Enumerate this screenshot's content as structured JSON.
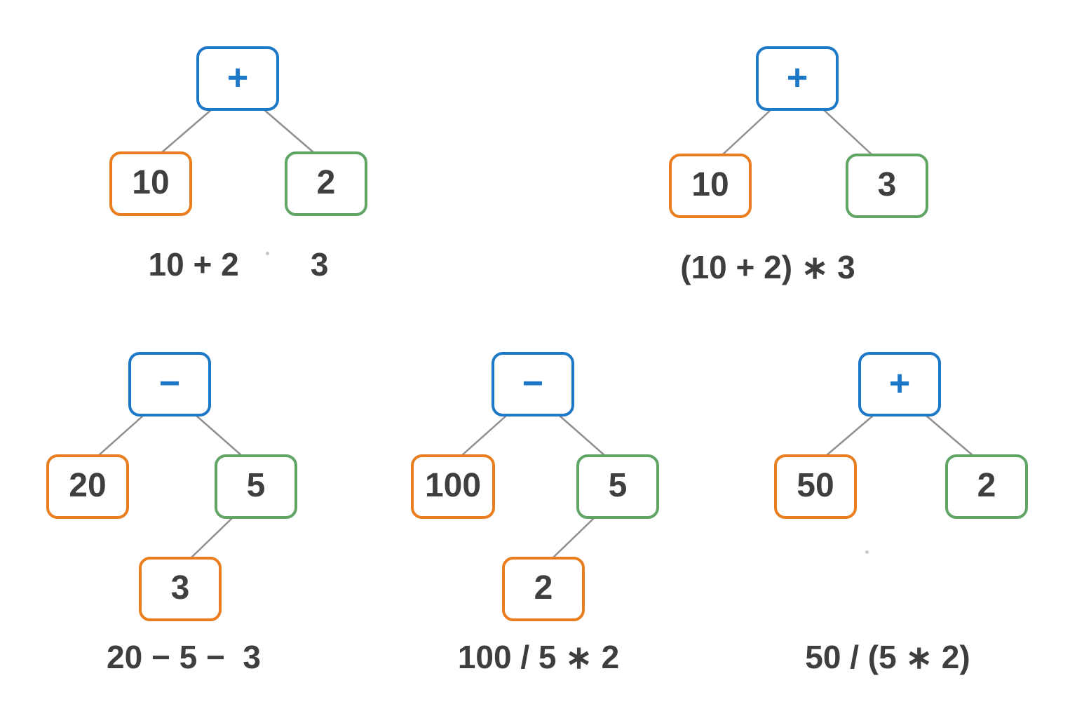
{
  "colors": {
    "operator_blue": "#1e78c8",
    "operand_orange": "#e97e20",
    "operand_green": "#61a565",
    "node_text": "#3f3f3f",
    "caption_text": "#3e3e3e",
    "edge_gray": "#8f8f8f"
  },
  "trees": [
    {
      "name": "tree-1",
      "root": {
        "label": "+"
      },
      "left": {
        "label": "10"
      },
      "right": {
        "label": "2"
      },
      "caption": "10 + 2        3"
    },
    {
      "name": "tree-2",
      "root": {
        "label": "+"
      },
      "left": {
        "label": "10"
      },
      "right": {
        "label": "3"
      },
      "caption": "(10 + 2) ∗ 3"
    },
    {
      "name": "tree-3",
      "root": {
        "label": "−"
      },
      "left": {
        "label": "20"
      },
      "right": {
        "label": "5"
      },
      "grandchild": {
        "label": "3"
      },
      "caption": "20 − 5 −  3"
    },
    {
      "name": "tree-4",
      "root": {
        "label": "−"
      },
      "left": {
        "label": "100"
      },
      "right": {
        "label": "5"
      },
      "grandchild": {
        "label": "2"
      },
      "caption": "100 / 5 ∗ 2"
    },
    {
      "name": "tree-5",
      "root": {
        "label": "+"
      },
      "left": {
        "label": "50"
      },
      "right": {
        "label": "2"
      },
      "caption": "50 / (5 ∗ 2)"
    }
  ]
}
